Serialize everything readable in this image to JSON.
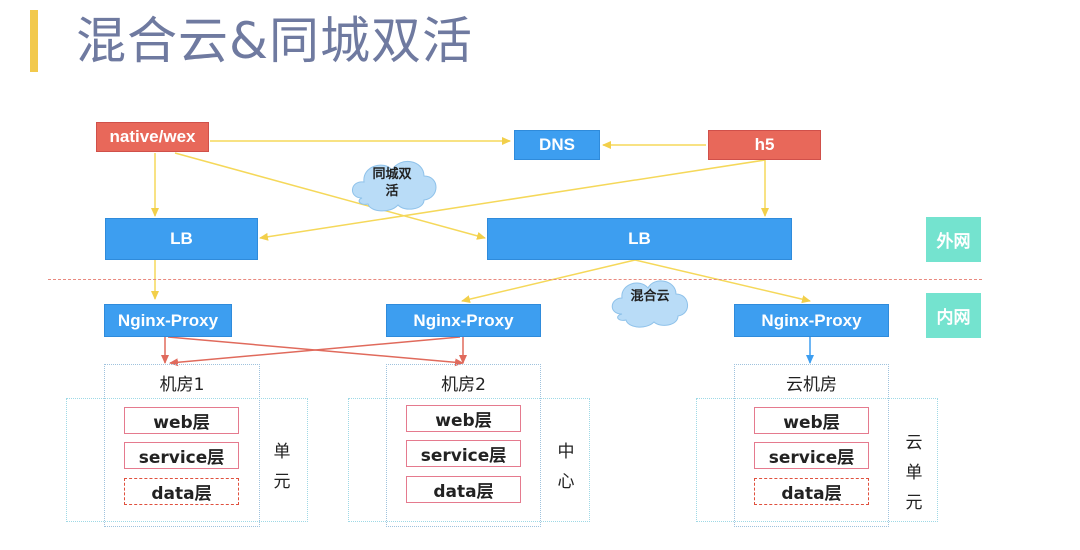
{
  "title": "混合云&同城双活",
  "clients": {
    "native": "native/wex",
    "dns": "DNS",
    "h5": "h5"
  },
  "clouds": {
    "same_city": "同城双活",
    "hybrid": "混合云"
  },
  "lb": {
    "left": "LB",
    "right": "LB"
  },
  "zones": {
    "outer": "外网",
    "inner": "内网"
  },
  "proxies": [
    "Nginx-Proxy",
    "Nginx-Proxy",
    "Nginx-Proxy"
  ],
  "rooms": [
    {
      "name": "机房1",
      "layers": [
        "web层",
        "service层",
        "data层"
      ],
      "side": "单元"
    },
    {
      "name": "机房2",
      "layers": [
        "web层",
        "service层",
        "data层"
      ],
      "side": "中心"
    },
    {
      "name": "云机房",
      "layers": [
        "web层",
        "service层",
        "data层"
      ],
      "side": "云单元"
    }
  ],
  "colors": {
    "red": "#e8685a",
    "blue": "#3d9ef0",
    "teal": "#74e3cf",
    "arrow_yellow": "#f5d85a",
    "arrow_red": "#e06a5c",
    "title": "#6f7aa0",
    "accent": "#f2c94c"
  }
}
